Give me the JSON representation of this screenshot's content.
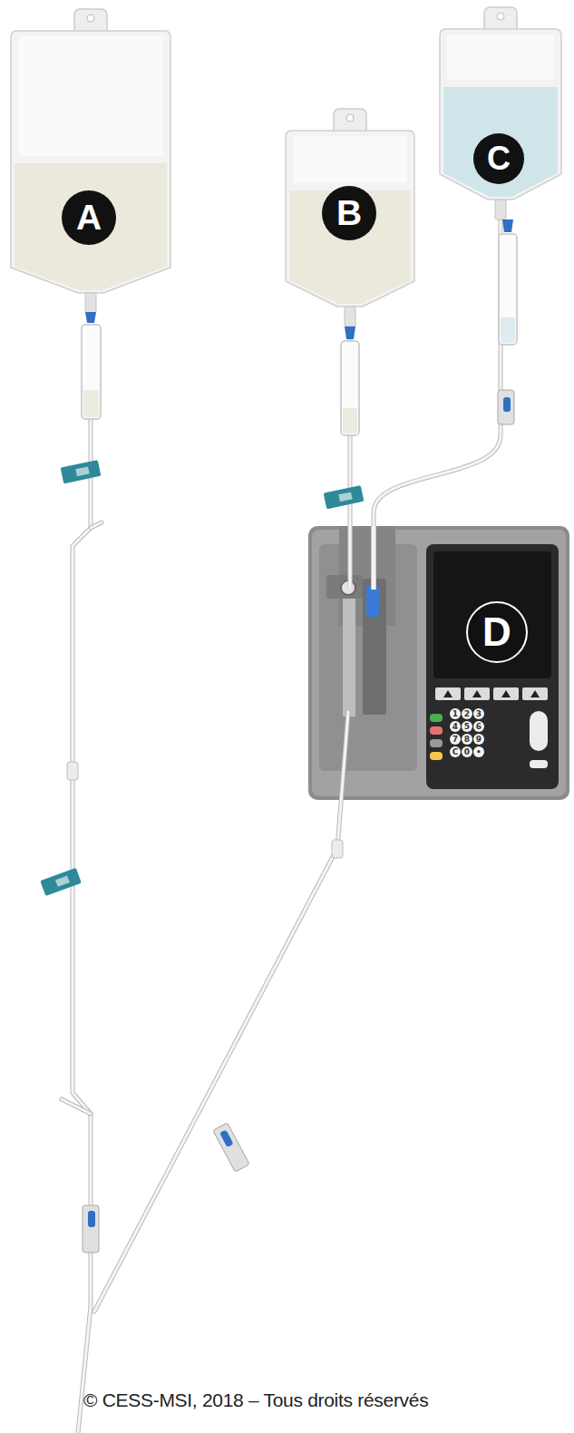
{
  "diagram": {
    "nodes": [
      {
        "text": [
          "A"
        ]
      },
      {
        "text": [
          "B"
        ]
      },
      {
        "text": [
          "C"
        ]
      },
      {
        "text": [
          "D"
        ]
      }
    ],
    "edges": [
      {
        "from": 1,
        "to": 3,
        "arrow": "none"
      },
      {
        "from": 2,
        "to": 3,
        "arrow": "none"
      }
    ],
    "labels": [
      "1",
      "2",
      "3",
      "4",
      "5",
      "6",
      "7",
      "8",
      "9",
      "C",
      "0",
      "•",
      "© CESS-MSI, 2018 – Tous droits réservés"
    ]
  }
}
